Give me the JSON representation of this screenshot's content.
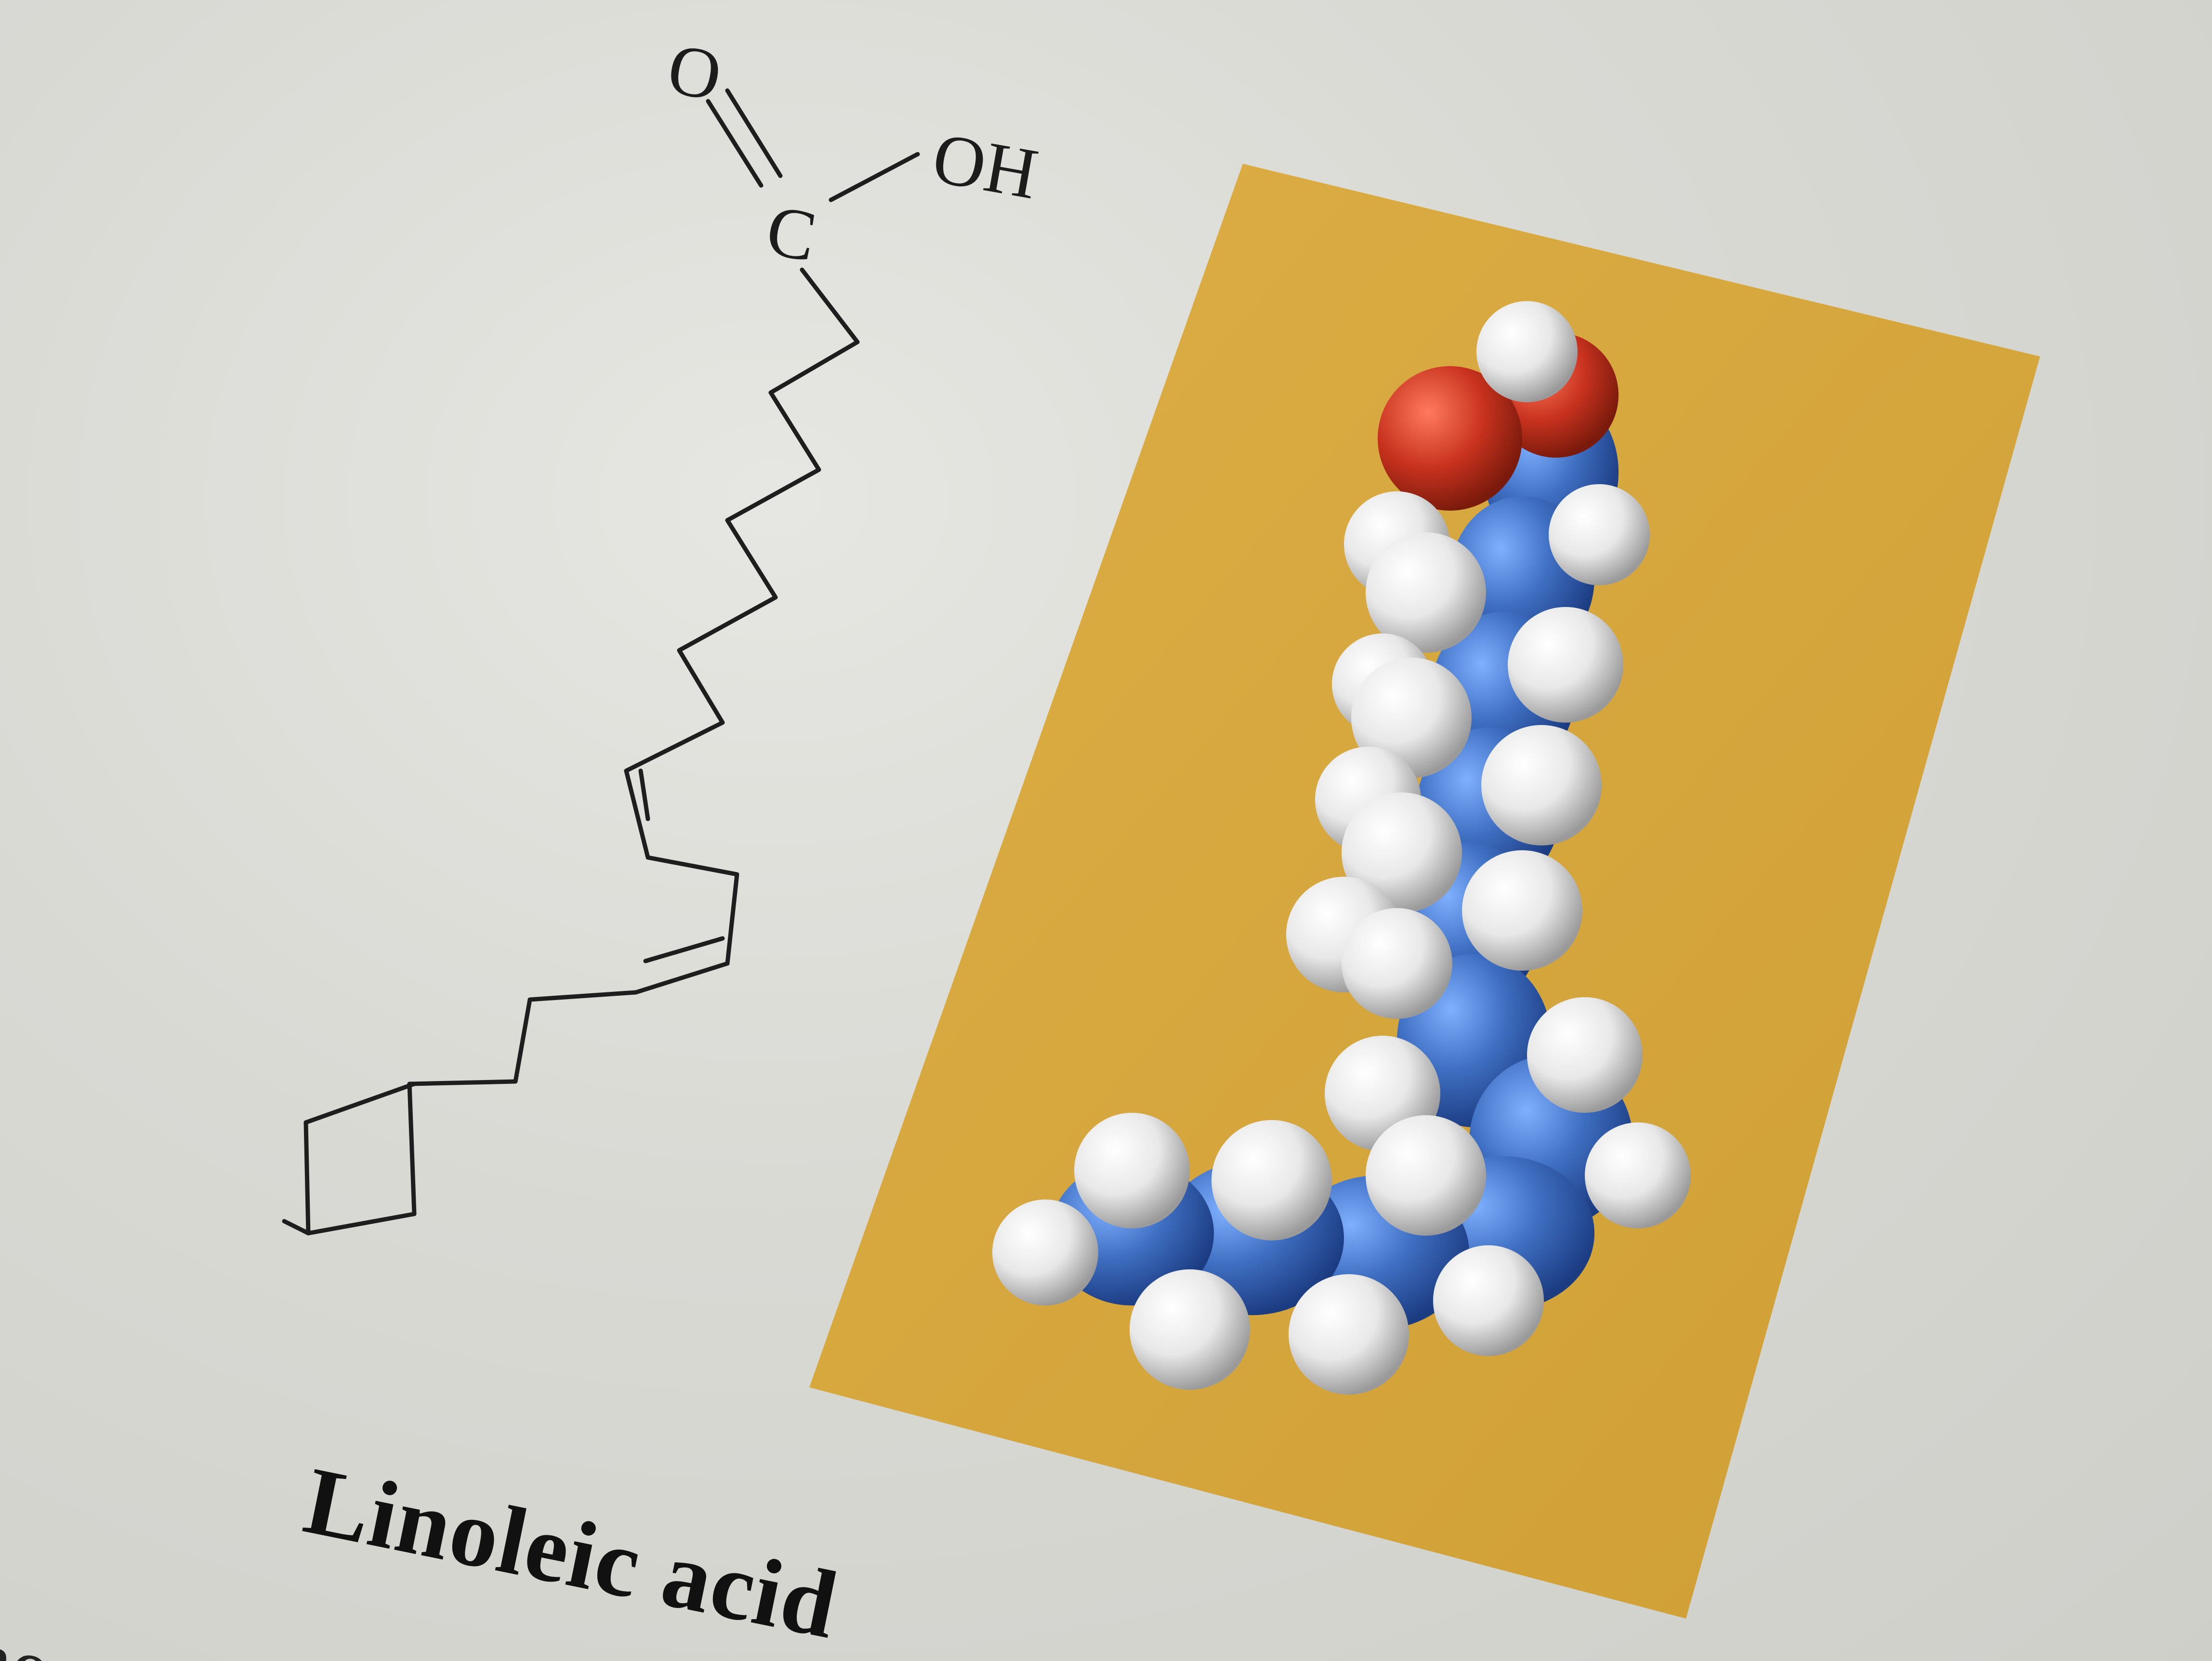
{
  "structure": {
    "carbonyl_oxygen_label": "O",
    "hydroxyl_label": "OH",
    "carbon_label": "C"
  },
  "caption": {
    "title": "Linoleic acid"
  },
  "partial_text": "ne s",
  "colors": {
    "page": "#dcdcd8",
    "panel": "#d9a93f",
    "carbon_atoms": "#3f6fc2",
    "hydrogen_atoms": "#efefef",
    "oxygen_atoms": "#c8321e",
    "ink": "#1c1c1c"
  }
}
